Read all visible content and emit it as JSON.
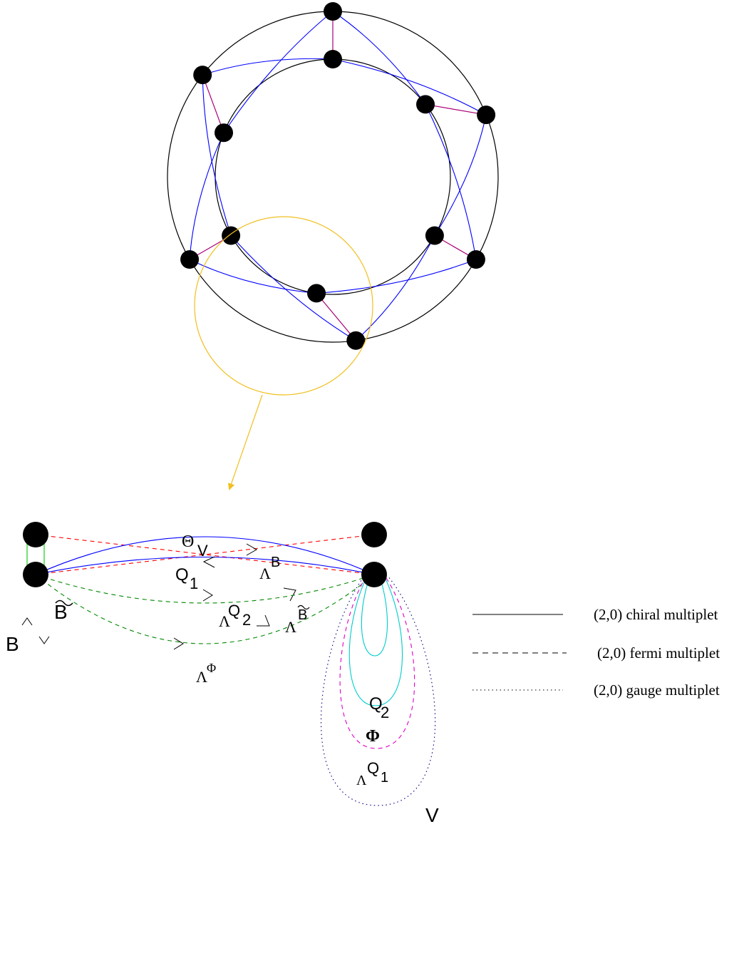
{
  "quiver": {
    "node_count": 12
  },
  "detail": {
    "labels": {
      "B": "B",
      "B_tilde": "B",
      "Lambda_B": "Λ",
      "Lambda_B_sup": "B",
      "Lambda_Bt": "Λ",
      "Lambda_Bt_sup": "B",
      "Theta": "Θ",
      "Theta_sub": "V",
      "Q1": "Q",
      "Q1_sub": "1",
      "LambdaQ2": "Λ",
      "LambdaQ2_sup": "Q",
      "LambdaQ2_sub": "2",
      "LambdaPhi": "Λ",
      "LambdaPhi_sup": "Φ",
      "Q2": "Q",
      "Q2_sub": "2",
      "Phi": "Φ",
      "LambdaQ1": "Λ",
      "LambdaQ1_sup": "Q",
      "LambdaQ1_sub": "1",
      "V": "V"
    }
  },
  "legend": [
    {
      "style": "solid",
      "label": "(2,0) chiral multiplet"
    },
    {
      "style": "dashed",
      "label": "(2,0) fermi multiplet"
    },
    {
      "style": "dotted",
      "label": "(2,0) gauge multiplet"
    }
  ],
  "colors": {
    "node": "#000000",
    "ring": "#000000",
    "chiral_blue": "#0000ff",
    "radial": "#aa0077",
    "zoom": "#f0c020",
    "fermi_red": "#ff0000",
    "fermi_green": "#008800",
    "chiral_green": "#00cc00",
    "cyan": "#00cccc",
    "magenta": "#e000c8",
    "gauge": "#000080"
  }
}
